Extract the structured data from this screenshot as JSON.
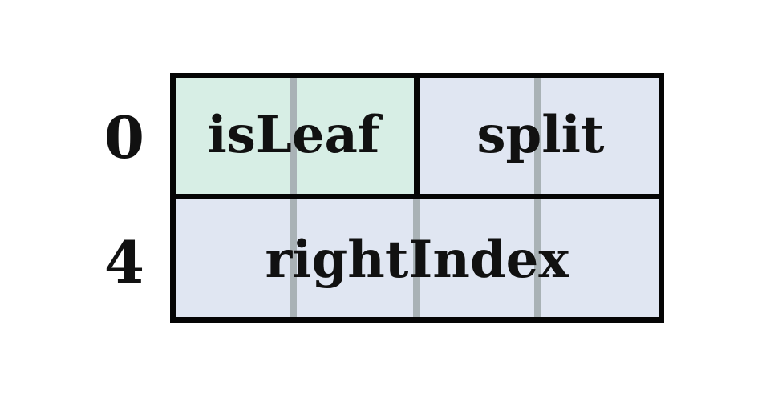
{
  "offsets": [
    "0",
    "4"
  ],
  "rows": [
    {
      "fields": [
        {
          "label": "isLeaf",
          "span": 2,
          "color": "#d7eee5"
        },
        {
          "label": "split",
          "span": 2,
          "color": "#e0e6f2"
        }
      ]
    },
    {
      "fields": [
        {
          "label": "rightIndex",
          "span": 4,
          "color": "#e0e6f2"
        }
      ]
    }
  ],
  "colors": {
    "border": "#050505",
    "byte_guide": "#a9b2b6",
    "text": "#111111"
  }
}
